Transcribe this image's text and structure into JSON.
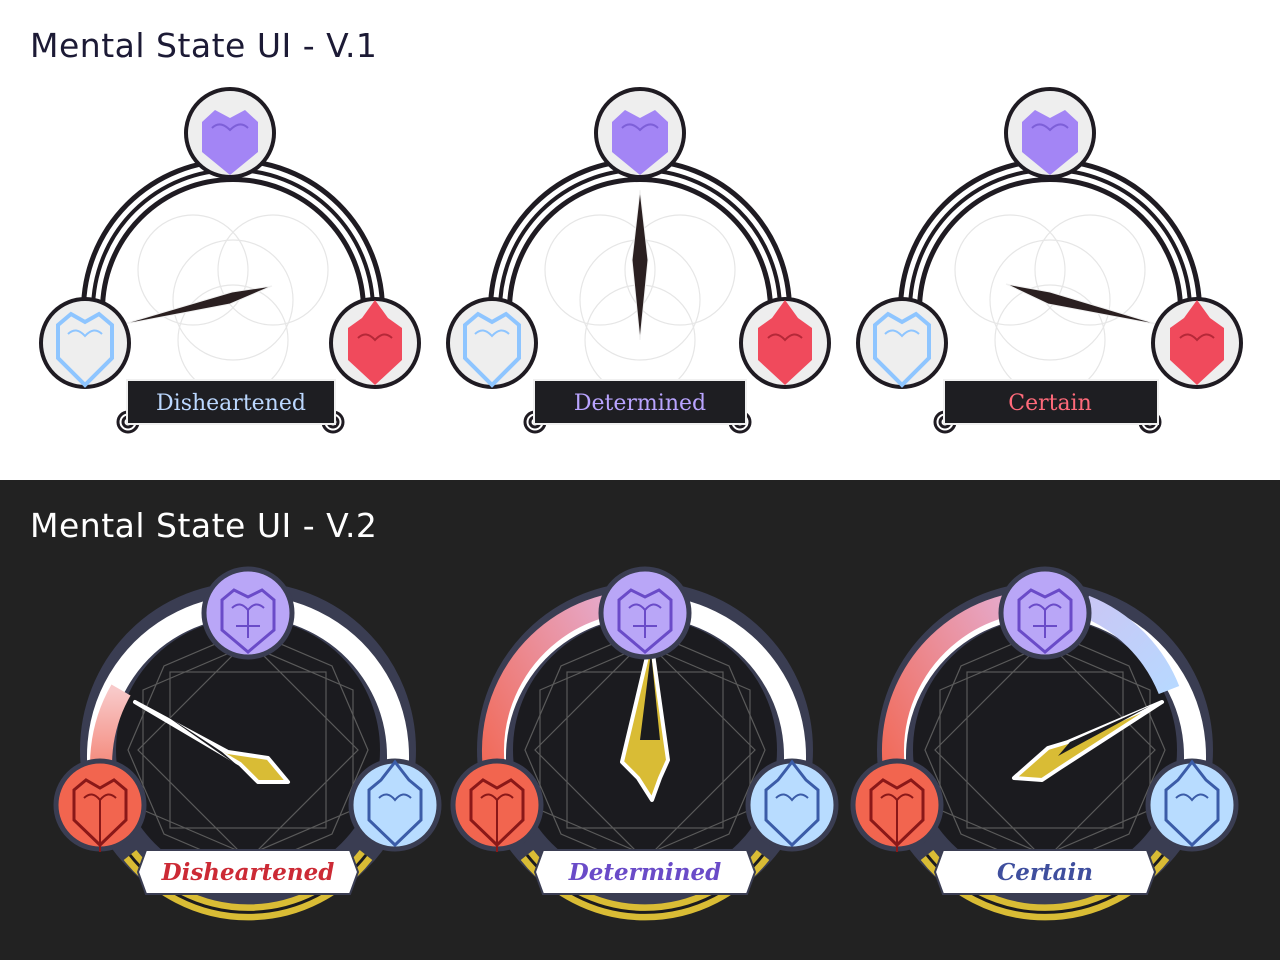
{
  "sections": {
    "v1": {
      "title": "Mental State UI - V.1"
    },
    "v2": {
      "title": "Mental State UI - V.2"
    }
  },
  "v1_gauges": [
    {
      "label": "Disheartened",
      "label_color": "#bcd8ff",
      "pointer": "left"
    },
    {
      "label": "Determined",
      "label_color": "#b9a4ff",
      "pointer": "top"
    },
    {
      "label": "Certain",
      "label_color": "#ff6a7a",
      "pointer": "right"
    }
  ],
  "v2_gauges": [
    {
      "label": "Disheartened",
      "label_color": "#cc2a35",
      "pointer": "left"
    },
    {
      "label": "Determined",
      "label_color": "#6a4bc8",
      "pointer": "top"
    },
    {
      "label": "Certain",
      "label_color": "#3f4f9e",
      "pointer": "right"
    }
  ],
  "icons": {
    "top": "purple-heart-icon",
    "v1_left": "blue-heart-icon",
    "v1_right": "red-heart-icon",
    "v2_left": "red-heart-icon",
    "v2_right": "blue-heart-icon"
  },
  "colors": {
    "purple": "#a385f5",
    "blue": "#8ec5ff",
    "red": "#f04a5c",
    "v2_red": "#f2654f",
    "gold": "#d9bc35",
    "dark_bg": "#222222"
  }
}
